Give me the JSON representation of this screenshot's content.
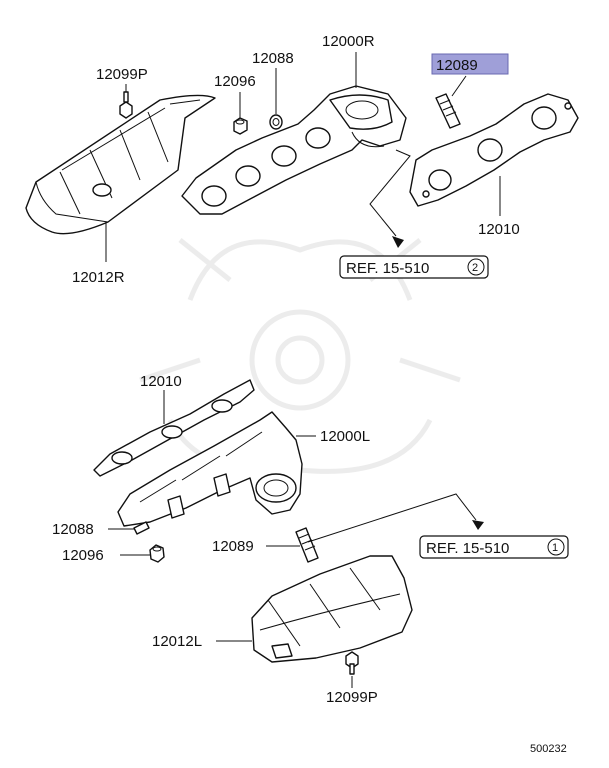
{
  "labels": {
    "p12000R": "12000R",
    "p12088_top": "12088",
    "p12096_top": "12096",
    "p12099P_top": "12099P",
    "p12089_top": "12089",
    "p12010_top": "12010",
    "p12012R": "12012R",
    "p12010_bottom": "12010",
    "p12000L": "12000L",
    "p12088_bottom": "12088",
    "p12096_bottom": "12096",
    "p12089_bottom": "12089",
    "p12012L": "12012L",
    "p12099P_bottom": "12099P"
  },
  "refs": {
    "ref_upper_text": "REF. 15-510",
    "ref_upper_num": "2",
    "ref_lower_text": "REF. 15-510",
    "ref_lower_num": "1"
  },
  "footer": {
    "diagram_code": "500232"
  },
  "colors": {
    "highlight": "#9f9fd8",
    "line": "#111111",
    "watermark": "#ececec"
  }
}
